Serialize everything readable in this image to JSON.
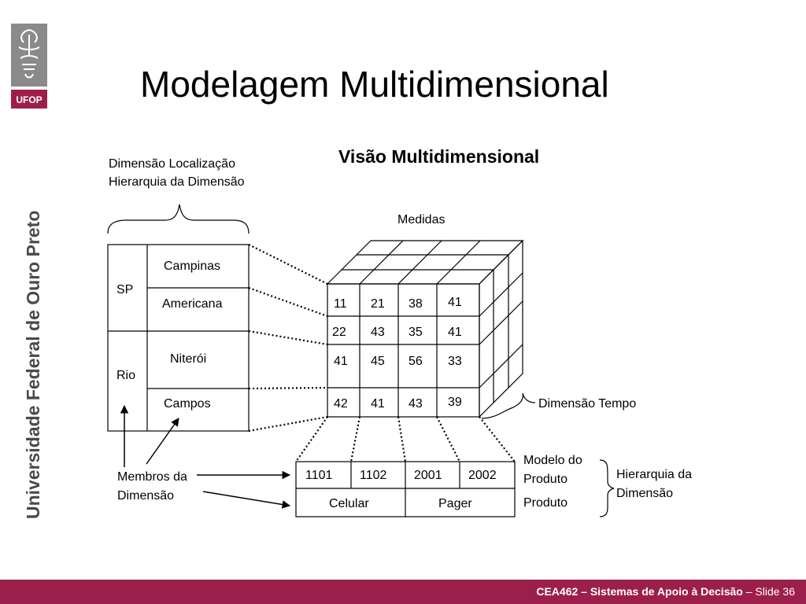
{
  "logo": {
    "label": "UFOP",
    "color": "#9c1f4b"
  },
  "sidebar": {
    "text": "Universidade Federal de Ouro Preto",
    "color": "#4a4a4a"
  },
  "slide": {
    "title": "Modelagem Multidimensional",
    "subtitle": "Visão Multidimensional"
  },
  "diagram": {
    "location_dimension_title": [
      "Dimensão Localização",
      "Hierarquia da Dimensão"
    ],
    "states": [
      "SP",
      "Rio"
    ],
    "cities": [
      "Campinas",
      "Americana",
      "Niterói",
      "Campos"
    ],
    "measures_label": "Medidas",
    "cube_values": [
      [
        "11",
        "21",
        "38",
        "41"
      ],
      [
        "22",
        "43",
        "35",
        "41"
      ],
      [
        "41",
        "45",
        "56",
        "33"
      ],
      [
        "42",
        "41",
        "43",
        "39"
      ]
    ],
    "time_dimension_label": "Dimensão Tempo",
    "members_label": [
      "Membros da",
      "Dimensão"
    ],
    "product_models": [
      "1101",
      "1102",
      "2001",
      "2002"
    ],
    "products": [
      "Celular",
      "Pager"
    ],
    "product_model_label": [
      "Modelo do",
      "Produto"
    ],
    "product_label": "Produto",
    "product_hierarchy_label": [
      "Hierarquia da",
      "Dimensão"
    ]
  },
  "footer": {
    "course": "CEA462 – Sistemas de Apoio à Decisão",
    "slide": "– Slide 36",
    "color": "#9c1f4b"
  }
}
